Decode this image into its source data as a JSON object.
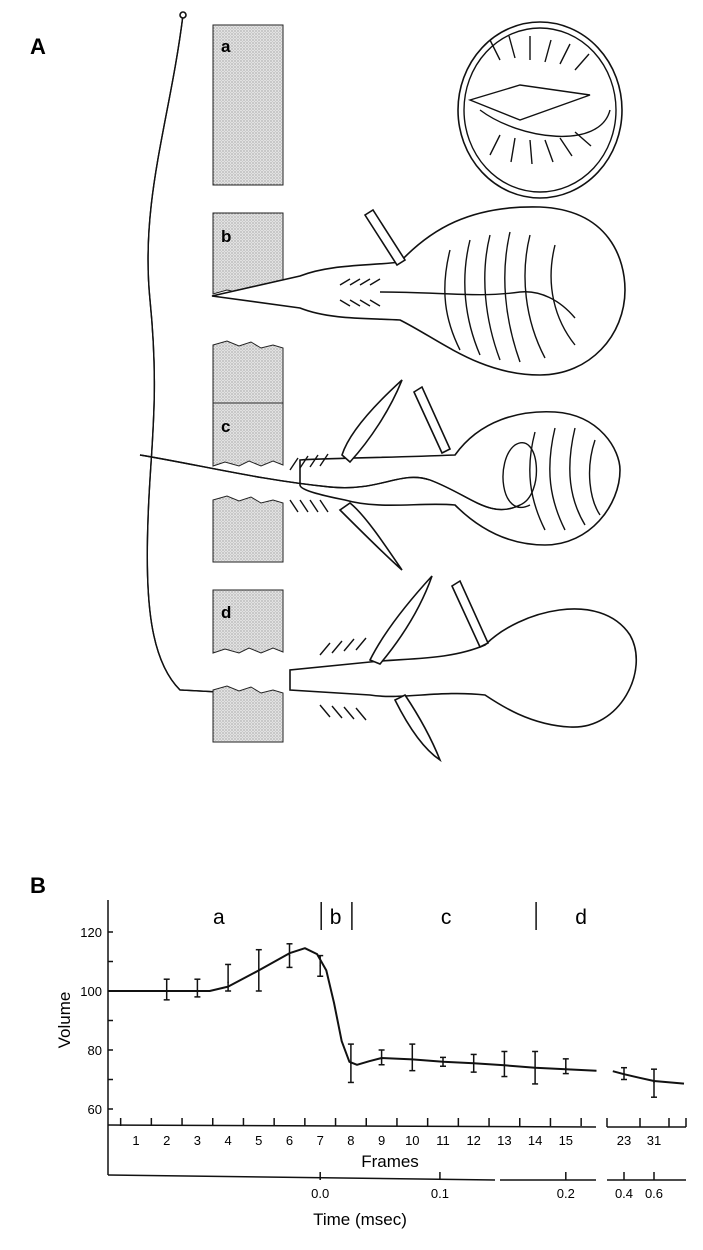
{
  "panel_a": {
    "label": "A",
    "stages": [
      "a",
      "b",
      "c",
      "d"
    ]
  },
  "panel_b": {
    "label": "B"
  },
  "chart_data": {
    "type": "line",
    "title": "",
    "ylabel": "Volume",
    "xlabel": "Frames",
    "x2label": "Time  (msec)",
    "ylim": [
      55,
      128
    ],
    "yticks": [
      60,
      80,
      100,
      120
    ],
    "frame_ticks": [
      1,
      2,
      3,
      4,
      5,
      6,
      7,
      8,
      9,
      10,
      11,
      12,
      13,
      14,
      15,
      23,
      31
    ],
    "time_ticks": [
      {
        "label": "0.0",
        "frame": 7.0
      },
      {
        "label": "0.1",
        "frame": 10.9
      },
      {
        "label": "0.2",
        "frame": 15.0
      },
      {
        "label": "0.4",
        "frame": 23
      },
      {
        "label": "0.6",
        "frame": 31
      }
    ],
    "phases": [
      {
        "label": "a",
        "frame": 3.7
      },
      {
        "label": "b",
        "frame": 7.5
      },
      {
        "label": "c",
        "frame": 11.1
      },
      {
        "label": "d",
        "frame": 15.5
      }
    ],
    "phase_dividers": [
      7.0,
      8.0,
      14.0
    ],
    "points": [
      {
        "frame": 2,
        "mean": 100,
        "low": 97,
        "high": 104
      },
      {
        "frame": 3,
        "mean": 100,
        "low": 98,
        "high": 104
      },
      {
        "frame": 4,
        "mean": 103,
        "low": 100,
        "high": 109
      },
      {
        "frame": 5,
        "mean": 107,
        "low": 100,
        "high": 114
      },
      {
        "frame": 6,
        "mean": 112,
        "low": 108,
        "high": 116
      },
      {
        "frame": 7,
        "mean": 108.5,
        "low": 105,
        "high": 112
      },
      {
        "frame": 8,
        "mean": 75.5,
        "low": 69,
        "high": 82
      },
      {
        "frame": 9,
        "mean": 77,
        "low": 75,
        "high": 80
      },
      {
        "frame": 10,
        "mean": 77,
        "low": 73,
        "high": 82
      },
      {
        "frame": 11,
        "mean": 76,
        "low": 74.5,
        "high": 77.5
      },
      {
        "frame": 12,
        "mean": 75.5,
        "low": 72.5,
        "high": 78.5
      },
      {
        "frame": 13,
        "mean": 75,
        "low": 71,
        "high": 79.5
      },
      {
        "frame": 14,
        "mean": 74,
        "low": 68.5,
        "high": 79.5
      },
      {
        "frame": 15,
        "mean": 74,
        "low": 72,
        "high": 77
      },
      {
        "frame": 23,
        "mean": 72,
        "low": 70,
        "high": 74
      },
      {
        "frame": 31,
        "mean": 69,
        "low": 64,
        "high": 73.5
      }
    ],
    "fit_curve": [
      [
        [
          0.1,
          100
        ],
        [
          3.4,
          100
        ],
        [
          4,
          101.5
        ],
        [
          5,
          107
        ],
        [
          6,
          112.8
        ],
        [
          6.5,
          114.5
        ],
        [
          6.9,
          112.5
        ],
        [
          7.2,
          107
        ],
        [
          7.45,
          96
        ],
        [
          7.7,
          83
        ],
        [
          7.95,
          76
        ],
        [
          8.2,
          75
        ],
        [
          8.6,
          76.2
        ],
        [
          9,
          77.3
        ],
        [
          10,
          76.8
        ],
        [
          11,
          76
        ],
        [
          12,
          75.5
        ],
        [
          13,
          74.8
        ],
        [
          14,
          74
        ],
        [
          15,
          73.5
        ],
        [
          16,
          73
        ]
      ],
      [
        [
          20,
          72.8
        ],
        [
          23,
          71.8
        ],
        [
          27,
          70.6
        ],
        [
          31,
          69.5
        ],
        [
          39,
          68.6
        ]
      ]
    ]
  }
}
